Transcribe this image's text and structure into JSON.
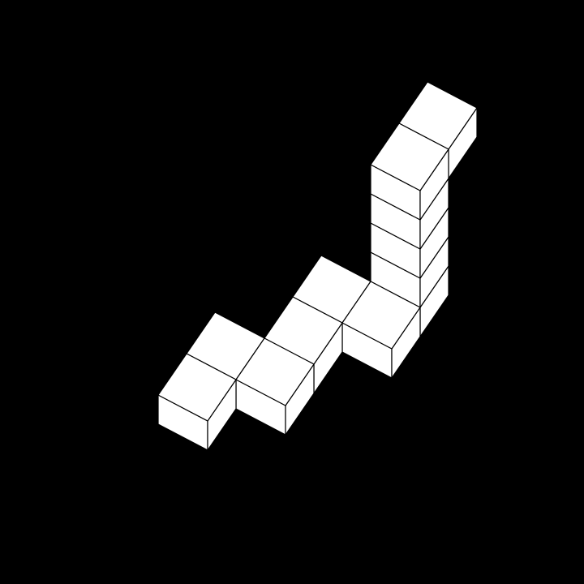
{
  "colors": {
    "background": "#000000",
    "face_fill": "#ffffff",
    "edge": "#000000"
  },
  "figure": {
    "kind": "isometric cube assembly",
    "cube_count": 12,
    "cubes": [
      {
        "x": 0,
        "y": 0,
        "z": 0
      },
      {
        "x": 0,
        "y": 1,
        "z": 0
      },
      {
        "x": 1,
        "y": 1,
        "z": 0
      },
      {
        "x": 1,
        "y": 2,
        "z": 0
      },
      {
        "x": 1,
        "y": 3,
        "z": 0
      },
      {
        "x": 2,
        "y": 3,
        "z": 0
      },
      {
        "x": 2,
        "y": 4,
        "z": 0
      },
      {
        "x": 2,
        "y": 4,
        "z": 1
      },
      {
        "x": 2,
        "y": 4,
        "z": 2
      },
      {
        "x": 2,
        "y": 4,
        "z": 3
      },
      {
        "x": 2,
        "y": 4,
        "z": 4
      },
      {
        "x": 2,
        "y": 5,
        "z": 4
      }
    ]
  }
}
